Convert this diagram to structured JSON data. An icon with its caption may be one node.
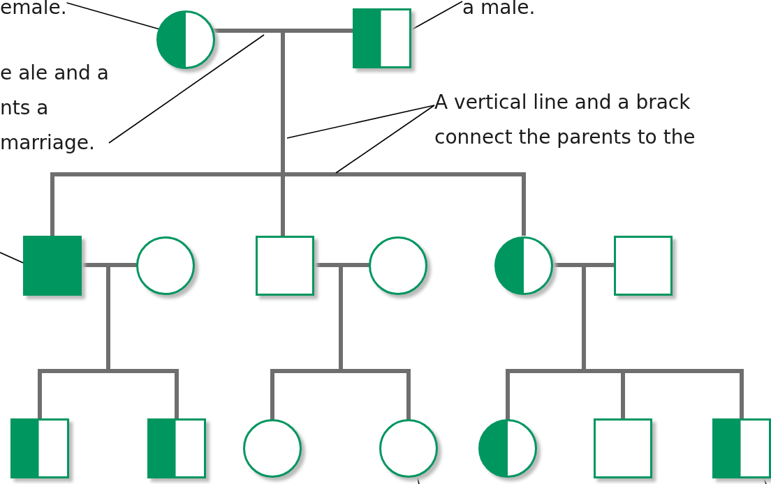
{
  "diagram": {
    "nodes": [
      {
        "text": [
          "emale."
        ]
      },
      {
        "text": [
          "a male."
        ]
      },
      {
        "text": [
          "e ale and a nts a marriage."
        ]
      },
      {
        "text": [
          "A vertical line and a brack connect the parents to the"
        ]
      },
      {
        "text": [],
        "shape": "circle"
      },
      {
        "text": [],
        "shape": "box"
      },
      {
        "text": [],
        "shape": "box"
      },
      {
        "text": [],
        "shape": "circle"
      },
      {
        "text": [],
        "shape": "box"
      },
      {
        "text": [],
        "shape": "circle"
      },
      {
        "text": [],
        "shape": "circle"
      },
      {
        "text": [],
        "shape": "box"
      },
      {
        "text": [],
        "shape": "box"
      },
      {
        "text": [],
        "shape": "box"
      },
      {
        "text": [],
        "shape": "circle"
      },
      {
        "text": [],
        "shape": "circle"
      },
      {
        "text": [],
        "shape": "circle"
      },
      {
        "text": [],
        "shape": "box"
      },
      {
        "text": [],
        "shape": "box"
      }
    ],
    "edges": [
      {
        "from": 4,
        "to": 5,
        "arrow": "none"
      },
      {
        "from": 4,
        "to": 6,
        "arrow": "none"
      },
      {
        "from": 4,
        "to": 8,
        "arrow": "none"
      },
      {
        "from": 4,
        "to": 10,
        "arrow": "none"
      },
      {
        "from": 6,
        "to": 7,
        "arrow": "none"
      },
      {
        "from": 6,
        "to": 12,
        "arrow": "none"
      },
      {
        "from": 6,
        "to": 13,
        "arrow": "none"
      },
      {
        "from": 8,
        "to": 9,
        "arrow": "none"
      },
      {
        "from": 8,
        "to": 14,
        "arrow": "none"
      },
      {
        "from": 8,
        "to": 15,
        "arrow": "none"
      },
      {
        "from": 10,
        "to": 11,
        "arrow": "none"
      },
      {
        "from": 10,
        "to": 16,
        "arrow": "none"
      },
      {
        "from": 10,
        "to": 17,
        "arrow": "none"
      },
      {
        "from": 10,
        "to": 18,
        "arrow": "none"
      },
      {
        "from": 0,
        "to": 4,
        "arrow": "none",
        "color": "#000000"
      },
      {
        "from": 1,
        "to": 5,
        "arrow": "none",
        "color": "#000000"
      },
      {
        "from": 2,
        "to": null,
        "arrow": "none",
        "color": "#000000"
      },
      {
        "from": 3,
        "to": null,
        "arrow": "none",
        "color": "#000000"
      },
      {
        "from": 3,
        "to": null,
        "arrow": "none",
        "color": "#000000"
      },
      {
        "from": null,
        "to": 6,
        "arrow": "none",
        "color": "#000000"
      },
      {
        "from": 15,
        "to": null,
        "arrow": "none",
        "color": "#000000"
      },
      {
        "from": 18,
        "to": null,
        "arrow": "none",
        "color": "#000000"
      }
    ]
  }
}
